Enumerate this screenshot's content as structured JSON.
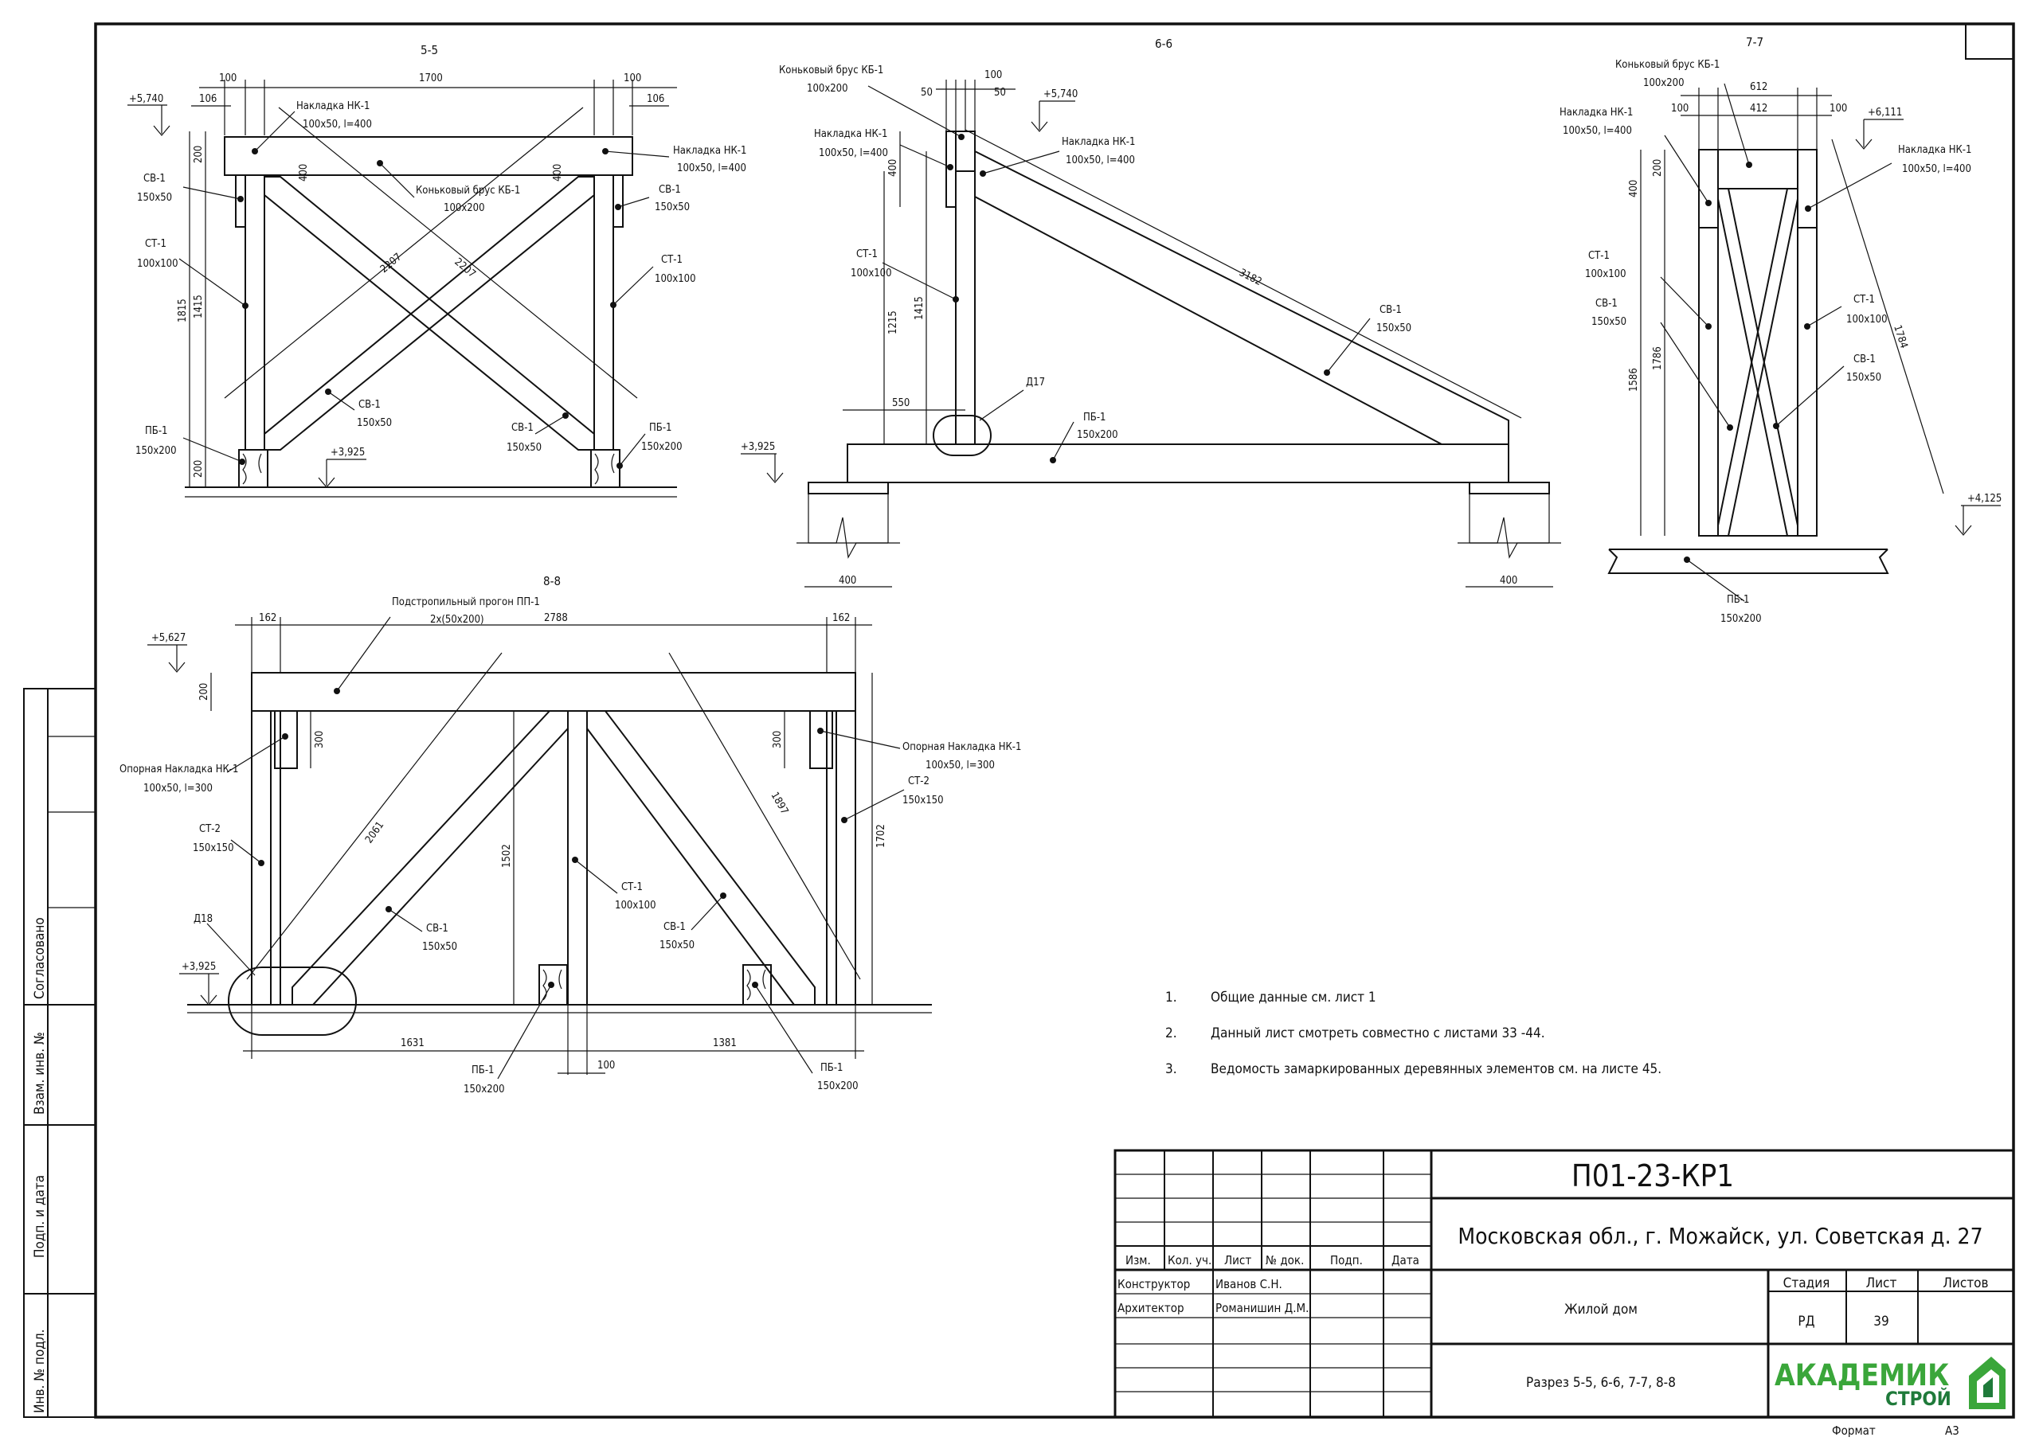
{
  "sections": {
    "s55": {
      "title": "5-5",
      "dims": {
        "top_left": "100",
        "top_mid": "1700",
        "top_right": "100",
        "off_left": "106",
        "off_right": "106",
        "h200": "200",
        "h400a": "400",
        "h400b": "400",
        "h1815": "1815",
        "h1415": "1415",
        "h200b": "200",
        "diag1": "2207",
        "diag2": "2207"
      },
      "levels": {
        "top": "+5,740",
        "bottom": "+3,925"
      },
      "labels": {
        "nk_left": "Накладка НК-1",
        "nk_left_size": "100х50, l=400",
        "kb": "Коньковый брус КБ-1",
        "kb_size": "100х200",
        "nk_right": "Накладка НК-1",
        "nk_right_size": "100х50, l=400",
        "sv_left": "СВ-1",
        "sv_left_size": "150х50",
        "sv_right": "СВ-1",
        "sv_right_size": "150х50",
        "st_left": "СТ-1",
        "st_left_size": "100х100",
        "st_right": "СТ-1",
        "st_right_size": "100х100",
        "sv_mid1": "СВ-1",
        "sv_mid1_size": "150х50",
        "sv_mid2": "СВ-1",
        "sv_mid2_size": "150х50",
        "pb_left": "ПБ-1",
        "pb_left_size": "150х200",
        "pb_right": "ПБ-1",
        "pb_right_size": "150х200"
      }
    },
    "s66": {
      "title": "6-6",
      "dims": {
        "d100": "100",
        "d50a": "50",
        "d50b": "50",
        "h400": "400",
        "h1415": "1415",
        "h1215": "1215",
        "w550": "550",
        "diag": "3182",
        "w400l": "400",
        "w400r": "400"
      },
      "levels": {
        "top": "+5,740",
        "bottom": "+3,925"
      },
      "labels": {
        "kb": "Коньковый брус КБ-1",
        "kb_size": "100х200",
        "nk_left": "Накладка НК-1",
        "nk_left_size": "100х50, l=400",
        "nk_right": "Накладка НК-1",
        "nk_right_size": "100х50, l=400",
        "st": "СТ-1",
        "st_size": "100х100",
        "sv": "СВ-1",
        "sv_size": "150х50",
        "d17": "Д17",
        "pb": "ПБ-1",
        "pb_size": "150х200"
      }
    },
    "s77": {
      "title": "7-7",
      "dims": {
        "w612": "612",
        "w100a": "100",
        "w412": "412",
        "w100b": "100",
        "h200": "200",
        "h400": "400",
        "h1786": "1786",
        "h1586": "1586",
        "diag": "1784"
      },
      "levels": {
        "top": "+6,111",
        "bottom": "+4,125"
      },
      "labels": {
        "kb": "Коньковый брус КБ-1",
        "kb_size": "100х200",
        "nk_left": "Накладка НК-1",
        "nk_left_size": "100х50, l=400",
        "nk_right": "Накладка НК-1",
        "nk_right_size": "100х50, l=400",
        "st_left": "СТ-1",
        "st_left_size": "100х100",
        "sv_left": "СВ-1",
        "sv_left_size": "150х50",
        "st_right": "СТ-1",
        "st_right_size": "100х100",
        "sv_right": "СВ-1",
        "sv_right_size": "150х50",
        "pb": "ПБ-1",
        "pb_size": "150х200"
      }
    },
    "s88": {
      "title": "8-8",
      "dims": {
        "w162a": "162",
        "w2788": "2788",
        "w162b": "162",
        "h200": "200",
        "h300a": "300",
        "h300b": "300",
        "h1502": "1502",
        "h1702": "1702",
        "diag1": "2061",
        "diag2": "1897",
        "w1631": "1631",
        "w1381": "1381",
        "w100": "100"
      },
      "levels": {
        "top": "+5,627",
        "bottom": "+3,925"
      },
      "labels": {
        "pp": "Подстропильный прогон ПП-1",
        "pp_size": "2х(50х200)",
        "onk_left": "Опорная Накладка НК-1",
        "onk_left_size": "100х50, l=300",
        "onk_right": "Опорная Накладка НК-1",
        "onk_right_size": "100х50, l=300",
        "st2_left": "СТ-2",
        "st2_left_size": "150х150",
        "st2_right": "СТ-2",
        "st2_right_size": "150х150",
        "d18": "Д18",
        "sv_left": "СВ-1",
        "sv_left_size": "150х50",
        "st1": "СТ-1",
        "st1_size": "100х100",
        "sv_right": "СВ-1",
        "sv_right_size": "150х50",
        "pb_left": "ПБ-1",
        "pb_left_size": "150х200",
        "pb_right": "ПБ-1",
        "pb_right_size": "150х200"
      }
    }
  },
  "notes": [
    {
      "num": "1.",
      "text": "Общие данные см. лист 1"
    },
    {
      "num": "2.",
      "text": "Данный лист смотреть совместно с листами 33 -44."
    },
    {
      "num": "3.",
      "text": "Ведомость замаркированных деревянных элементов см. на листе 45."
    }
  ],
  "side_stamps": {
    "agreed": "Согласовано",
    "vzam": "Взам. инв. №",
    "podp": "Подп. и дата",
    "inv": "Инв. № подл."
  },
  "title_block": {
    "code": "П01-23-КР1",
    "address": "Московская обл., г. Можайск, ул. Советская д. 27",
    "headers": {
      "izm": "Изм.",
      "kol": "Кол. уч.",
      "list": "Лист",
      "ndok": "№ док.",
      "podp": "Подп.",
      "data": "Дата"
    },
    "rows": [
      {
        "role": "Конструктор",
        "name": "Иванов С.Н."
      },
      {
        "role": "Архитектор",
        "name": "Романишин Д.М."
      }
    ],
    "object": "Жилой дом",
    "sheet_name": "Разрез 5-5, 6-6, 7-7, 8-8",
    "stage_header": "Стадия",
    "sheet_header": "Лист",
    "sheets_header": "Листов",
    "stage": "РД",
    "sheet": "39",
    "logo_top": "АКАДЕМИК",
    "logo_bottom": "СТРОЙ",
    "format_label": "Формат",
    "format": "А3"
  },
  "colors": {
    "logo_green": "#3aa63a",
    "logo_dark": "#1f7a3a"
  }
}
